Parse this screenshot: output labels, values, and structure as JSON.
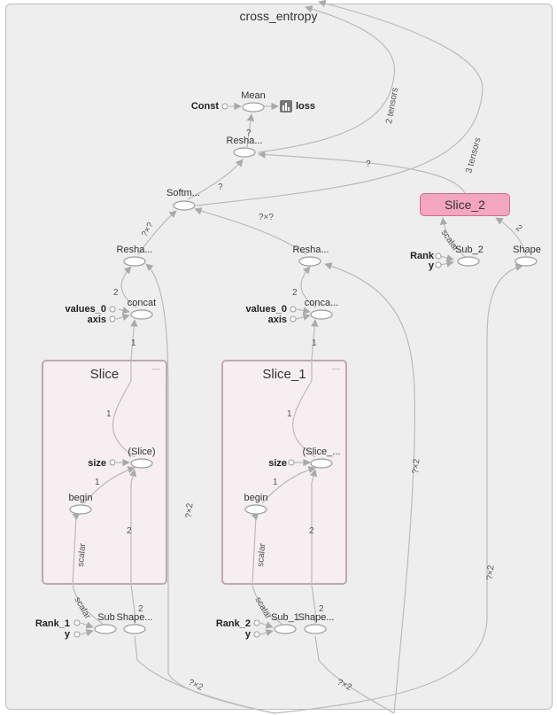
{
  "scope": {
    "title": "cross_entropy"
  },
  "subscopes": {
    "slice": "Slice",
    "slice_1": "Slice_1",
    "slice_2": "Slice_2"
  },
  "nodes": {
    "mean": "Mean",
    "const": "Const",
    "loss": "loss",
    "reshape_top": "Resha...",
    "softmax": "Softm...",
    "reshape_left": "Resha...",
    "reshape_mid": "Resha...",
    "shape": "Shape",
    "rank": "Rank",
    "y_rank": "y",
    "sub_2": "Sub_2",
    "concat_left": "concat",
    "values_0_left": "values_0",
    "axis_left": "axis",
    "concat_mid": "conca...",
    "values_0_mid": "values_0",
    "axis_mid": "axis",
    "slice_op": "(Slice)",
    "size_left": "size",
    "begin_left": "begin",
    "slice1_op": "(Slice_...",
    "size_mid": "size",
    "begin_mid": "begin",
    "rank_1": "Rank_1",
    "y_1": "y",
    "sub": "Sub",
    "shape_left": "Shape...",
    "rank_2": "Rank_2",
    "y_2": "y",
    "sub_1": "Sub_1",
    "shape_mid": "Shape..."
  },
  "edge_labels": {
    "two_tensors": "2 tensors",
    "three_tensors": "3 tensors",
    "q_mean": "?",
    "q_soft_reshape": "?",
    "q_slice2_reshape": "?",
    "qxq_left": "?×?",
    "qxq_mid": "?×?",
    "two_concat_left": "2",
    "two_concat_mid": "2",
    "one_left_a": "1",
    "one_left_b": "1",
    "one_mid_a": "1",
    "one_mid_b": "1",
    "one_begin_left": "1",
    "one_begin_mid": "1",
    "two_shape_left": "2",
    "two_shape_mid": "2",
    "two_shape_in_left": "2",
    "two_shape_in_mid": "2",
    "scalar_left": "scalar",
    "scalar_mid": "scalar",
    "scalar_sub": "scalar",
    "scalar_sub1": "scalar",
    "scalar_sub2": "scalar",
    "two_shape_slice2": "2",
    "qx2_a": "?×2",
    "qx2_b": "?×2",
    "qx2_c": "?×2",
    "qx2_d": "?×2",
    "qx2_e": "?×2"
  },
  "colors": {
    "background": "#eeeeee",
    "highlight": "#f4a6c0",
    "subscope": "#f6eef1",
    "edge": "#bbbbbb"
  },
  "icons": {
    "summary": "bar-chart-icon"
  }
}
